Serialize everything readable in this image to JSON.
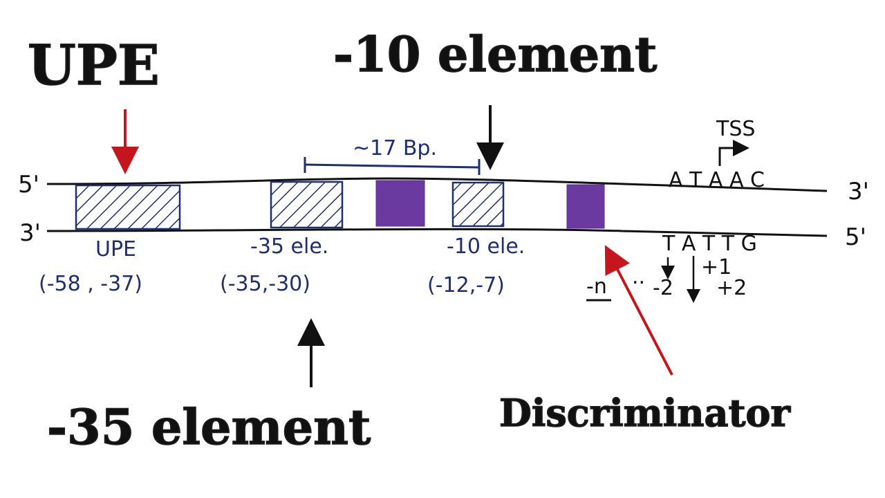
{
  "titles": {
    "upe": "UPE",
    "minus10": "-10 element",
    "minus35": "-35 element",
    "discriminator": "Discriminator"
  },
  "strands": {
    "top_left": "5'",
    "top_right": "3'",
    "bottom_left": "3'",
    "bottom_right": "5'"
  },
  "spacing_label": "~17 Bp.",
  "tss_label": "TSS",
  "top_sequence": "A T A A C",
  "bottom_sequence": "T A T T G",
  "elements": [
    {
      "name": "UPE",
      "range": "(-58 , -37)"
    },
    {
      "name": "-35 ele.",
      "range": "(-35,-30)"
    },
    {
      "name": "-10 ele.",
      "range": "(-12,-7)"
    }
  ],
  "positions": {
    "minus_n": "-n",
    "dots": "..",
    "minus2": "-2",
    "plus1": "+1",
    "plus2": "+2"
  },
  "colors": {
    "red_arrow": "#c4161c",
    "black_arrow": "#111111",
    "ink_blue": "#1f2f6b",
    "purple": "#6a3aa0"
  }
}
